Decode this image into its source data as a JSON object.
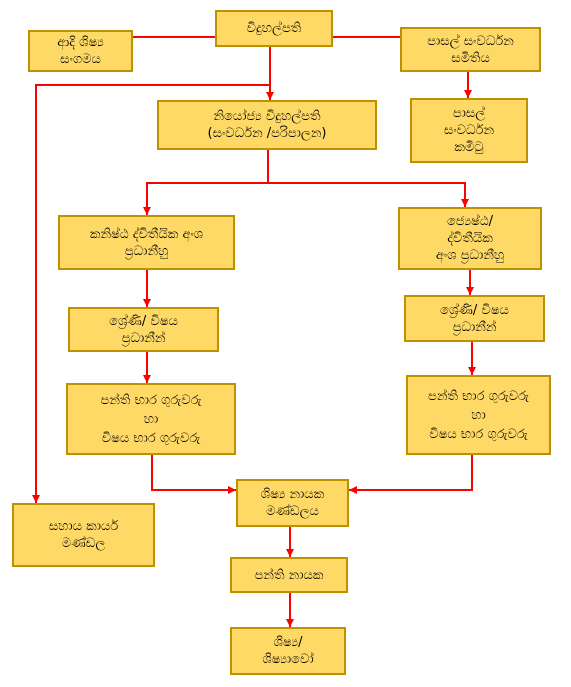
{
  "colors": {
    "background": "#FFFFFF",
    "box_fill": "#FFD966",
    "box_border": "#BF9000",
    "connector": "#FF0000",
    "text": "#000000"
  },
  "boxes": {
    "principal": [
      "විදුහල්පති"
    ],
    "past_pupils_association": [
      "ආදි ශිෂ්‍ය",
      "සංගමය"
    ],
    "school_development_society": [
      "පාසල් සංවර්ධන",
      "සමිතිය"
    ],
    "deputy_principal": [
      "නියෝජ්‍ය විදුහල්පති",
      "(සංවර්ධන /පරිපාලන)"
    ],
    "school_development_committees": [
      "පාසල්",
      "සංවර්ධන",
      "කමිටු"
    ],
    "junior_secondary_heads": [
      "කනිෂ්ඨ ද්විතීයික අංශ",
      "ප්‍රධානීහු"
    ],
    "senior_secondary_heads": [
      "ජ්‍යෙෂ්ඨ/",
      "ද්විතීයික",
      "අංශ ප්‍රධානීහු"
    ],
    "grade_subject_heads_left": [
      "ශ්‍රේණි/ විෂය",
      "ප්‍රධානීන්"
    ],
    "grade_subject_heads_right": [
      "ශ්‍රේණි/ විෂය",
      "ප්‍රධානීන්"
    ],
    "teachers_left": [
      "පන්ති භාර ගුරුවරු",
      "හා",
      "විෂය භාර ගුරුවරු"
    ],
    "teachers_right": [
      "පන්ති භාර ගුරුවරු",
      "හා",
      "විෂය භාර ගුරුවරු"
    ],
    "support_staff": [
      "සහාය කාර්ය",
      "මණ්ඩල"
    ],
    "student_leaders_board": [
      "ශිෂ්‍ය නායක",
      "මණ්ඩලය"
    ],
    "class_leaders": [
      "පන්ති නායක"
    ],
    "students": [
      "ශිෂ්‍ය/",
      "ශිෂ්‍යාවෝ"
    ]
  }
}
